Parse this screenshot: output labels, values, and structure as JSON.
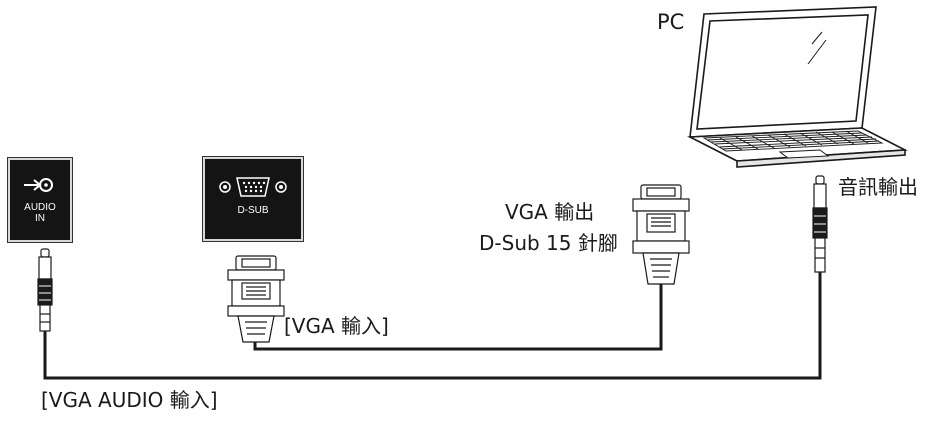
{
  "labels": {
    "pc": "PC",
    "audio_out": "音訊輸出",
    "vga_out_line1": "VGA 輸出",
    "vga_out_line2": "D-Sub 15 針腳",
    "vga_in": "[VGA 輸入]",
    "vga_audio_in": "[VGA AUDIO 輸入]"
  },
  "panels": {
    "audio_in_line1": "AUDIO",
    "audio_in_line2": "IN",
    "dsub": "D-SUB"
  },
  "colors": {
    "line": "#1a1a1a",
    "panel": "#141414",
    "panel_border": "#d8d8d8"
  },
  "icons": [
    "laptop-icon",
    "audio-jack-icon",
    "vga-connector-icon",
    "audio-input-icon"
  ]
}
